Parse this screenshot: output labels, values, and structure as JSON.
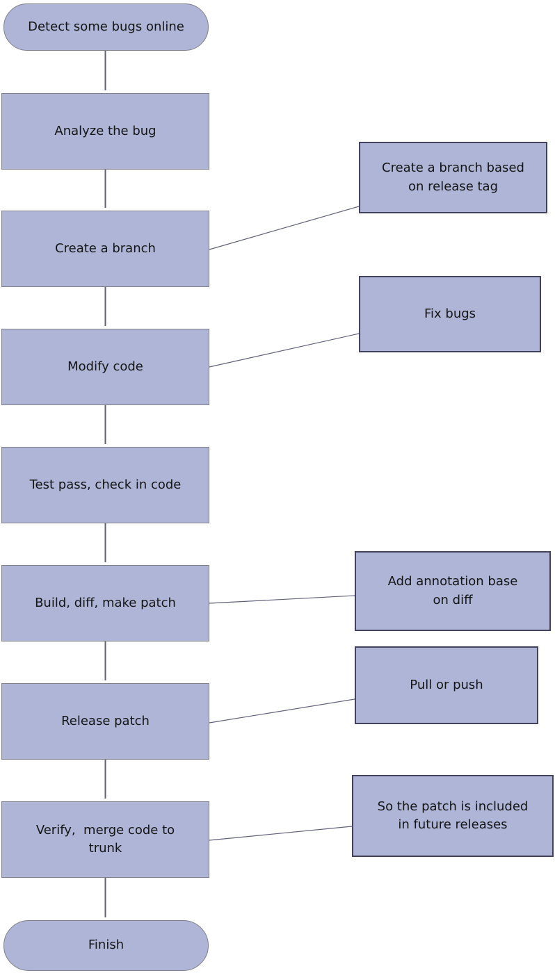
{
  "diagram": {
    "type": "flowchart",
    "start": {
      "label": "Detect some bugs online",
      "shape": "stadium"
    },
    "steps": [
      {
        "label": "Analyze the bug"
      },
      {
        "label": "Create a branch"
      },
      {
        "label": "Modify code"
      },
      {
        "label": "Test pass, check in code"
      },
      {
        "label": "Build, diff, make patch"
      },
      {
        "label": "Release patch"
      },
      {
        "label": "Verify,  merge code to\ntrunk"
      }
    ],
    "end": {
      "label": "Finish",
      "shape": "stadium"
    },
    "annotations": [
      {
        "label": "Create a branch based\non release tag",
        "attached_to": "Create a branch"
      },
      {
        "label": "Fix bugs",
        "attached_to": "Modify code"
      },
      {
        "label": "Add annotation base\non diff",
        "attached_to": "Build, diff, make patch"
      },
      {
        "label": "Pull or push",
        "attached_to": "Release patch"
      },
      {
        "label": "So the patch is included\nin future releases",
        "attached_to": "Verify,  merge code to trunk"
      }
    ],
    "colors": {
      "background": "#ffffff",
      "node_fill": "#aeb5d6",
      "flow_border": "#7f7f87",
      "annotation_border": "#42425e",
      "connector": "#60607b",
      "text": "#151515"
    }
  }
}
